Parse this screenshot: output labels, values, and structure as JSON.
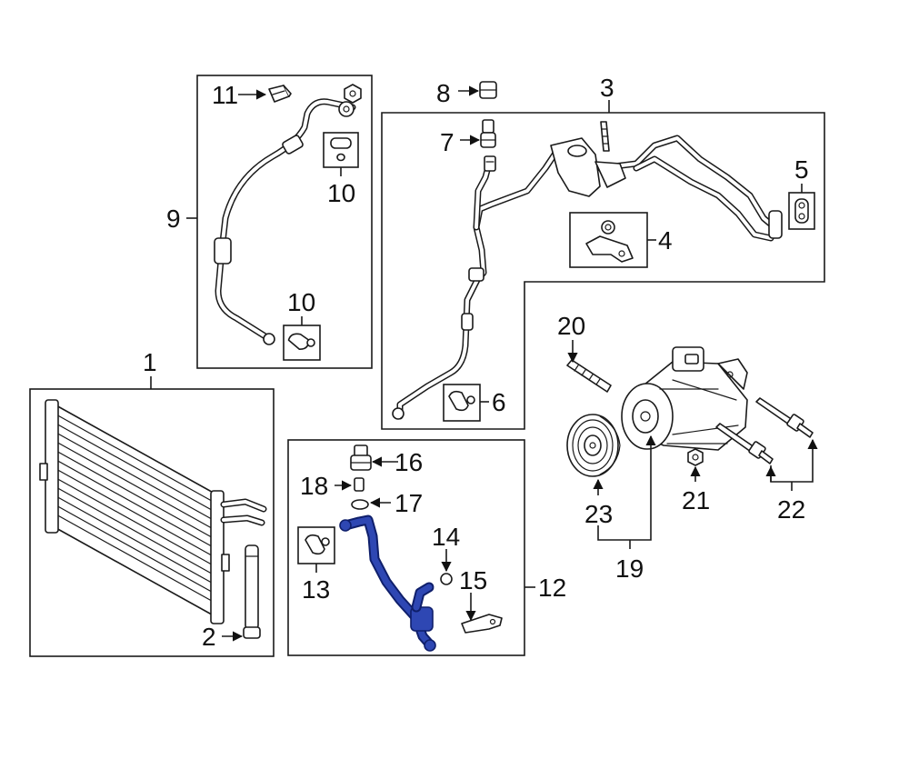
{
  "callouts": {
    "c1": "1",
    "c2": "2",
    "c3": "3",
    "c4": "4",
    "c5": "5",
    "c6": "6",
    "c7": "7",
    "c8": "8",
    "c9": "9",
    "c10a": "10",
    "c10b": "10",
    "c11": "11",
    "c12": "12",
    "c13": "13",
    "c14": "14",
    "c15": "15",
    "c16": "16",
    "c17": "17",
    "c18": "18",
    "c19": "19",
    "c20": "20",
    "c21": "21",
    "c22": "22",
    "c23": "23"
  },
  "colors": {
    "line": "#1a1a1a",
    "highlight_part": "#2e47b3",
    "highlight_outline": "#0f1f6b",
    "background": "#ffffff"
  }
}
